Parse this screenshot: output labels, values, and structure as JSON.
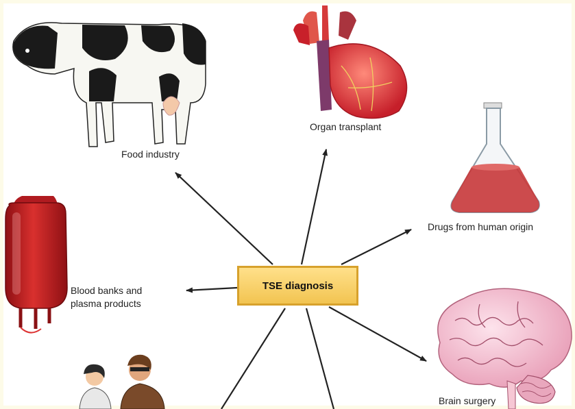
{
  "center": {
    "label": "TSE diagnosis"
  },
  "nodes": [
    {
      "id": "food",
      "label": "Food industry",
      "icon": "cow-icon"
    },
    {
      "id": "organ",
      "label": "Organ transplant",
      "icon": "heart-icon"
    },
    {
      "id": "drugs",
      "label": "Drugs from human origin",
      "icon": "flask-icon"
    },
    {
      "id": "blood",
      "label": "Blood banks and plasma products",
      "icon": "blood-bag-icon"
    },
    {
      "id": "brain",
      "label": "Brain surgery",
      "icon": "brain-icon"
    }
  ],
  "colors": {
    "frame": "#fdfbe8",
    "center_fill": "#f2c451",
    "center_border": "#d7a12c",
    "arrow": "#222222",
    "organ_red": "#c8202a",
    "brain_pink": "#f0b5c8",
    "liquid_red": "#c8393a"
  }
}
